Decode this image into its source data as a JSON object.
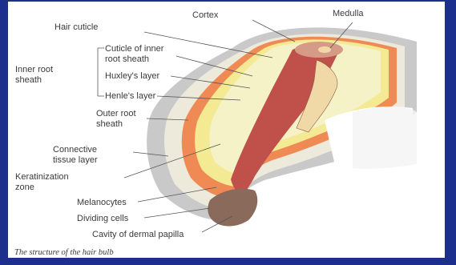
{
  "diagram": {
    "caption": "The structure of the hair bulb",
    "labels": {
      "hair_cuticle": "Hair cuticle",
      "cortex": "Cortex",
      "medulla": "Medulla",
      "inner_root_sheath_line1": "Inner root",
      "inner_root_sheath_line2": "sheath",
      "cuticle_inner_line1": "Cuticle of inner",
      "cuticle_inner_line2": "root sheath",
      "huxley": "Huxley's layer",
      "henle": "Henle's layer",
      "outer_root_line1": "Outer root",
      "outer_root_line2": "sheath",
      "connective_line1": "Connective",
      "connective_line2": "tissue layer",
      "keratinization_line1": "Keratinization",
      "keratinization_line2": "zone",
      "melanocytes": "Melanocytes",
      "dividing_cells": "Dividing cells",
      "cavity": "Cavity of dermal papilla"
    }
  },
  "colors": {
    "slide_background": "#1c2f8c",
    "panel": "#ffffff",
    "connective_tissue": "#c9c9c9",
    "outer_sheath": "#eeeadb",
    "henle_layer": "#f08a55",
    "huxley_layer": "#f3ea93",
    "hair_shaft": "#c0504a",
    "cortex": "#d59b86",
    "medulla": "#f0d9a6"
  }
}
